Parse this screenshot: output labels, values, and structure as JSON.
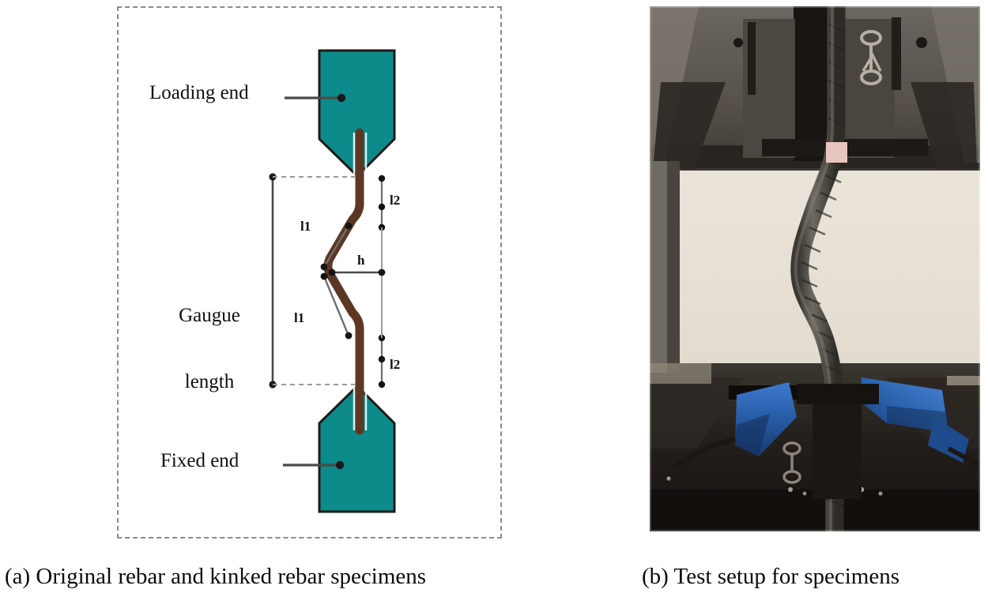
{
  "figure": {
    "panel_a": {
      "caption": "(a) Original rebar and kinked rebar specimens",
      "labels": {
        "loading_end": "Loading end",
        "fixed_end": "Fixed end",
        "gauge_length_line1": "Gaugue",
        "gauge_length_line2": "length"
      },
      "dimensions": {
        "l1_upper": "l1",
        "l1_lower": "l1",
        "l2_upper": "l2",
        "l2_lower": "l2",
        "h": "h"
      },
      "colors": {
        "grip_fill": "#0d8a8a",
        "grip_stroke": "#1b1b1b",
        "rebar": "#5c3824",
        "dimension_line": "#4a4a4a",
        "frame_dash": "#8c8c8c",
        "background": "#ffffff"
      }
    },
    "panel_b": {
      "caption": "(b) Test setup for specimens",
      "colors": {
        "machine_frame_dark": "#2a2724",
        "machine_frame_mid": "#5e5a55",
        "backdrop": "#e8e2d8",
        "grip_blue": "#2a63b8",
        "tape_pink": "#e8c4bc",
        "rebar_grey": "#55534c"
      }
    }
  }
}
